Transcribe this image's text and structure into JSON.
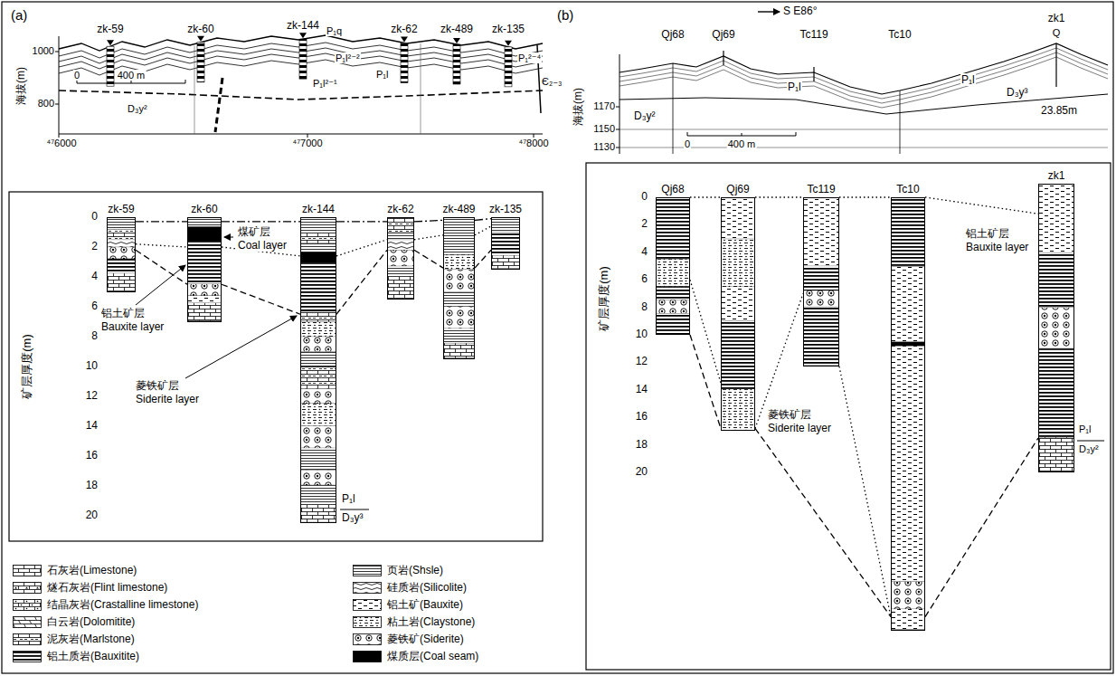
{
  "diagram": {
    "nodes": [
      {
        "text": [
          "zk-59"
        ]
      },
      {
        "text": [
          "zk-60"
        ]
      },
      {
        "text": [
          "zk-144"
        ]
      },
      {
        "text": [
          "zk-62"
        ]
      },
      {
        "text": [
          "zk-489"
        ]
      },
      {
        "text": [
          "zk-135"
        ]
      },
      {
        "text": [
          "Qj68"
        ]
      },
      {
        "text": [
          "Qj69"
        ]
      },
      {
        "text": [
          "Tc119"
        ]
      },
      {
        "text": [
          "Tc10"
        ]
      },
      {
        "text": [
          "zk1"
        ]
      }
    ],
    "edges": [
      {
        "from": 0,
        "to": 1,
        "arrow": "none"
      },
      {
        "from": 1,
        "to": 2,
        "arrow": "none"
      },
      {
        "from": 2,
        "to": 3,
        "arrow": "none"
      },
      {
        "from": 3,
        "to": 4,
        "arrow": "none"
      },
      {
        "from": 4,
        "to": 5,
        "arrow": "none"
      },
      {
        "from": 0,
        "to": 1,
        "arrow": "none"
      },
      {
        "from": 1,
        "to": 2,
        "arrow": "none"
      },
      {
        "from": 2,
        "to": 3,
        "arrow": "none"
      },
      {
        "from": 3,
        "to": 4,
        "arrow": "none"
      },
      {
        "from": 4,
        "to": 5,
        "arrow": "none"
      },
      {
        "from": 0,
        "to": 1,
        "arrow": "none"
      },
      {
        "from": 1,
        "to": 2,
        "arrow": "none"
      },
      {
        "from": 2,
        "to": 3,
        "arrow": "none"
      },
      {
        "from": 3,
        "to": 4,
        "arrow": "none"
      },
      {
        "from": 4,
        "to": 5,
        "arrow": "none"
      },
      {
        "from": 6,
        "to": 7,
        "arrow": "none"
      },
      {
        "from": 6,
        "to": 7,
        "arrow": "none"
      },
      {
        "from": 6,
        "to": 7,
        "arrow": "none"
      },
      {
        "from": 7,
        "to": 8,
        "arrow": "none"
      },
      {
        "from": 7,
        "to": 8,
        "arrow": "none"
      },
      {
        "from": 7,
        "to": 9,
        "arrow": "none"
      },
      {
        "from": 8,
        "to": 9,
        "arrow": "none"
      },
      {
        "from": 8,
        "to": 9,
        "arrow": "none"
      },
      {
        "from": 9,
        "to": 10,
        "arrow": "none"
      },
      {
        "from": 9,
        "to": 10,
        "arrow": "none"
      }
    ],
    "labels": [
      "(a)",
      "zk-59",
      "zk-60",
      "zk-144",
      "zk-62",
      "zk-489",
      "zk-135",
      "1000",
      "800",
      "海拔(m)",
      "0",
      "400 m",
      "P₁q",
      "P₁l²⁻²",
      "P₁l²⁻¹",
      "P₁l",
      "D₃y²",
      "P₁²⁻⁴",
      "Є₂₋₃",
      "⁴⁷6000",
      "⁴⁷7000",
      "⁴⁷8000",
      "0",
      "2",
      "4",
      "6",
      "8",
      "10",
      "12",
      "14",
      "16",
      "18",
      "20",
      "煤矿层",
      "Coal layer",
      "铝土矿层",
      "Bauxite layer",
      "菱铁矿层",
      "Siderite layer",
      "P₁l",
      "D₃y³",
      "矿层厚度(m)",
      "(b)",
      "S E86°",
      "Qj68",
      "Qj69",
      "Tc119",
      "Tc10",
      "zk1",
      "Q",
      "P₁l",
      "P₁l",
      "D₃y²",
      "D₃y³",
      "23.85m",
      "1170",
      "1150",
      "1130",
      "海拔(m)",
      "0",
      "400 m",
      "0",
      "2",
      "4",
      "6",
      "8",
      "10",
      "12",
      "14",
      "16",
      "18",
      "20",
      "铝土矿层",
      "Bauxite layer",
      "菱铁矿层",
      "Siderite layer",
      "P₁l",
      "D₃y²",
      "矿层厚度(m)"
    ],
    "legend": [
      {
        "text": "石灰岩(Limestone)"
      },
      {
        "text": "燧石灰岩(Flint limestone)"
      },
      {
        "text": "结晶灰岩(Crastalline limestone)"
      },
      {
        "text": "白云岩(Dolomitite)"
      },
      {
        "text": "泥灰岩(Marlstone)"
      },
      {
        "text": "铝土质岩(Bauxitite)"
      },
      {
        "text": "页岩(Shsle)"
      },
      {
        "text": "硅质岩(Silicolite)"
      },
      {
        "text": "铝土矿(Bauxite)"
      },
      {
        "text": "粘土岩(Claystone)"
      },
      {
        "text": "菱铁矿(Siderite)"
      },
      {
        "text": "煤质层(Coal seam)"
      }
    ]
  }
}
